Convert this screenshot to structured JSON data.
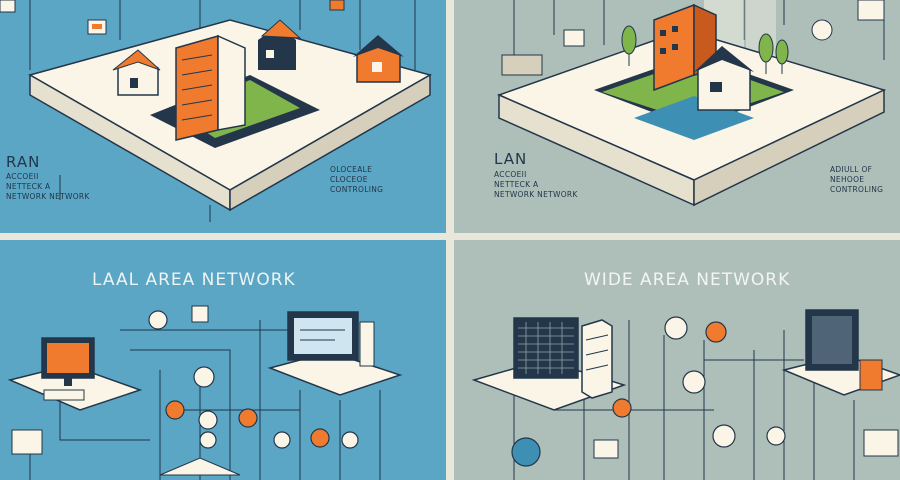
{
  "panels": {
    "top_left": {
      "title": "RAN",
      "subtitle_lines": [
        "ACCOEII",
        "NETTECK A",
        "NETWORK NETWORK"
      ],
      "caption_lines": [
        "OLOCEALE",
        "CLOCEOE",
        "CONTROLING"
      ]
    },
    "top_right": {
      "title": "LAN",
      "subtitle_lines": [
        "ACCOEII",
        "NETTECK A",
        "NETWORK NETWORK"
      ],
      "caption_lines": [
        "ADIULL OF",
        "NEHOOE",
        "CONTROLING"
      ]
    },
    "bottom_left": {
      "heading": "LAAL AREA NETWORK"
    },
    "bottom_right": {
      "heading": "WIDE AREA NETWORK"
    }
  },
  "colors": {
    "blue_panel": "#5aa6c4",
    "gray_panel": "#aebfb9",
    "orange_accent": "#f07b2e",
    "platform_cream": "#faf5e6",
    "navy_ink": "#23364a",
    "grass_green": "#7fb54a"
  },
  "icons": [
    "house-icon",
    "office-building-icon",
    "tree-icon",
    "computer-monitor-icon",
    "server-tower-icon",
    "globe-icon",
    "router-icon",
    "wifi-icon",
    "keyboard-icon"
  ]
}
